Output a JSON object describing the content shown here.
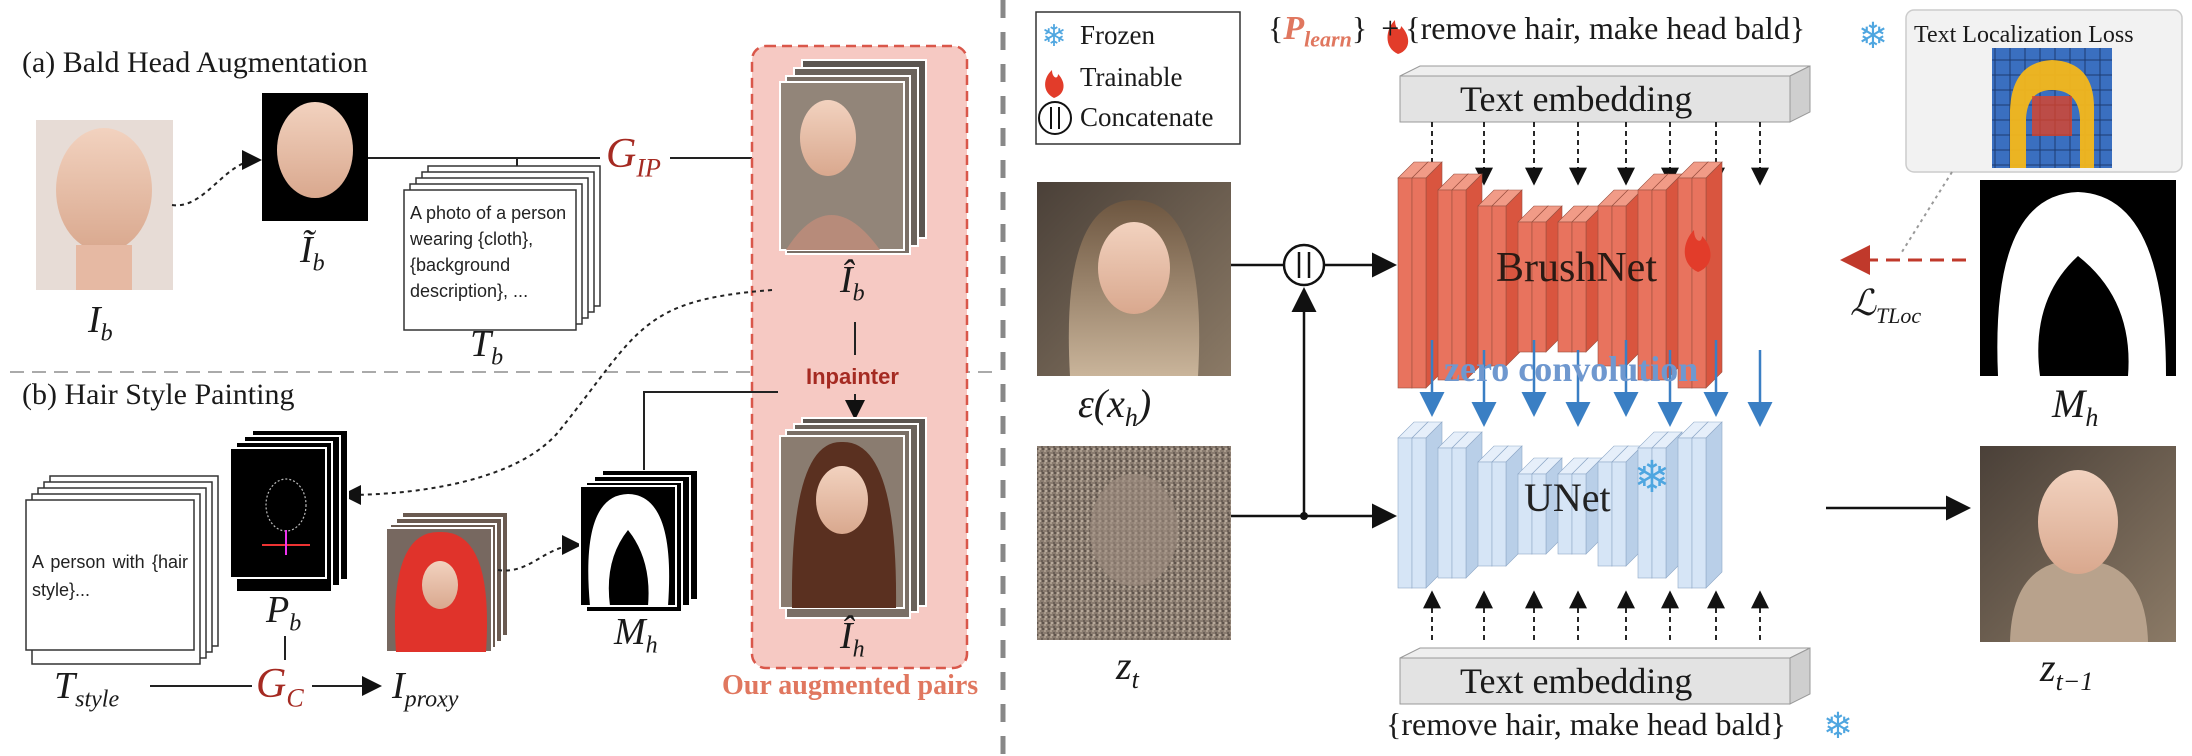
{
  "legend": {
    "frozen": "Frozen",
    "trainable": "Trainable",
    "concatenate": "Concatenate"
  },
  "left": {
    "section_a": "(a) Bald Head Augmentation",
    "section_b": "(b) Hair Style Painting",
    "label_ib": "I",
    "label_ib_sub": "b",
    "label_ib_tilde": "Ĩ",
    "label_ib_tilde_sub": "b",
    "label_ib_hat": "Î",
    "label_ib_hat_sub": "b",
    "label_ih_hat": "Î",
    "label_ih_hat_sub": "h",
    "label_tb": "T",
    "label_tb_sub": "b",
    "label_pb": "P",
    "label_pb_sub": "b",
    "label_tstyle": "T",
    "label_tstyle_sub": "style",
    "label_iproxy": "I",
    "label_iproxy_sub": "proxy",
    "label_mh": "M",
    "label_mh_sub": "h",
    "gip": "G",
    "gip_sub": "IP",
    "gc": "G",
    "gc_sub": "C",
    "prompt_b": "A photo of a person wearing {cloth}, {background description}, ...",
    "prompt_style": "A person with {hair style}...",
    "inpainter": "Inpainter",
    "augmented_pairs": "Our augmented pairs"
  },
  "right": {
    "top_prompt_learn": "P",
    "top_prompt_learn_sub": "learn",
    "top_prompt_text": "{remove hair, make head bald}",
    "bottom_prompt_text": "{remove hair, make head bald}",
    "text_embedding_top": "Text embedding",
    "text_embedding_bottom": "Text embedding",
    "brushnet": "BrushNet",
    "unet": "UNet",
    "zero_conv": "zero convolution",
    "loss_title": "Text Localization Loss",
    "loss_label": "ℒ",
    "loss_label_sub": "TLoc",
    "label_exh": "ε(x",
    "label_exh_sub": "h",
    "label_exh_close": ")",
    "label_zt": "z",
    "label_zt_sub": "t",
    "label_zt1": "z",
    "label_zt1_sub": "t−1",
    "label_mh": "M",
    "label_mh_sub": "h"
  },
  "colors": {
    "brushnet": "#e8735e",
    "unet": "#cfe0f3",
    "accent_red": "#b0302a",
    "augment_bg": "#f6c9c3",
    "zero_conv": "#7aa7d8"
  }
}
